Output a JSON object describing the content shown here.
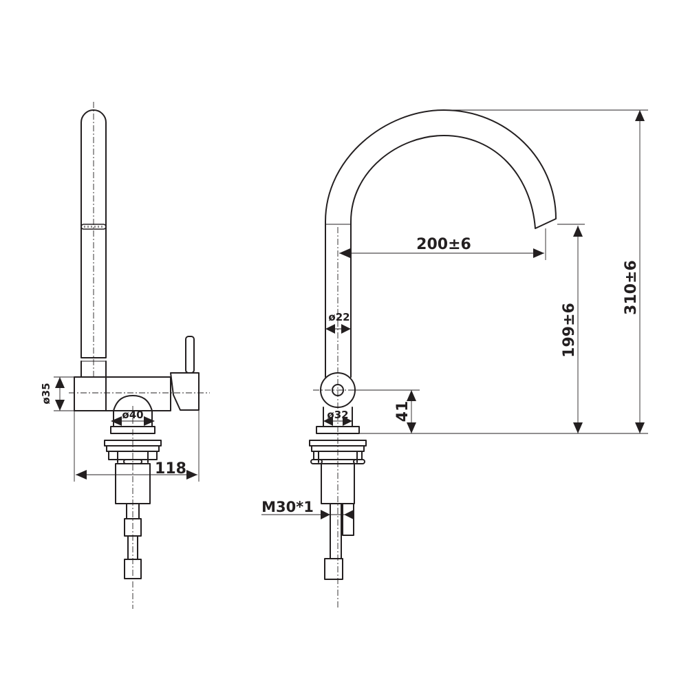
{
  "dimensions": {
    "left_pipe_diameter": "ø35",
    "left_base_diameter": "ø40",
    "left_width": "118",
    "spout_reach": "200±6",
    "spout_diameter": "ø22",
    "outlet_height": "199±6",
    "total_height": "310±6",
    "body_height": "41",
    "right_base_diameter": "ø32",
    "thread": "M30*1"
  }
}
